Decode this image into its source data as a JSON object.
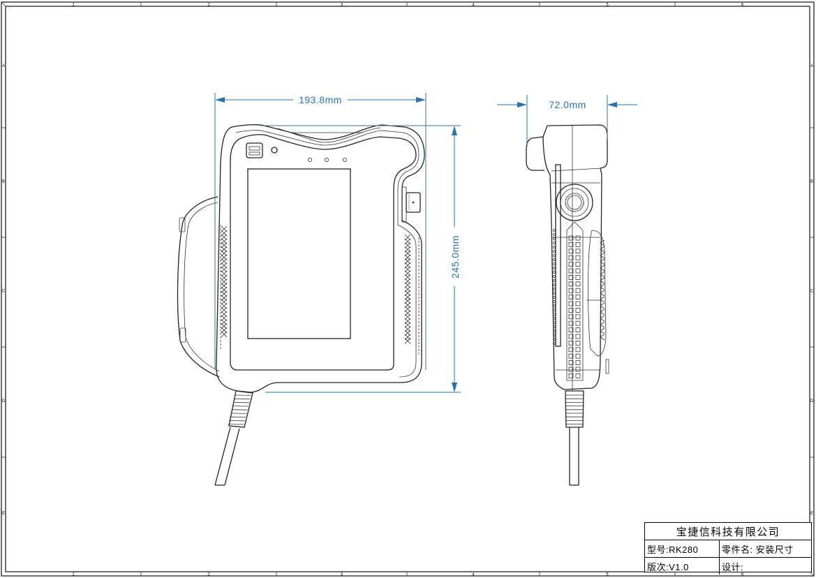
{
  "drawing": {
    "dimensions": {
      "width": "193.8mm",
      "height": "245.0mm",
      "depth": "72.0mm"
    },
    "border_zones": {
      "columns": [
        "1",
        "2",
        "3",
        "4",
        "5",
        "6"
      ],
      "rows": [
        "A",
        "B",
        "C",
        "D",
        "E"
      ]
    },
    "colors": {
      "dimension": "#2a73b0",
      "line": "#222222"
    }
  },
  "title_block": {
    "company": "宝捷信科技有限公司",
    "model": "型号:RK280",
    "part_name": "零件名: 安装尺寸",
    "version": "版次:V1.0",
    "designer": "设计:"
  }
}
